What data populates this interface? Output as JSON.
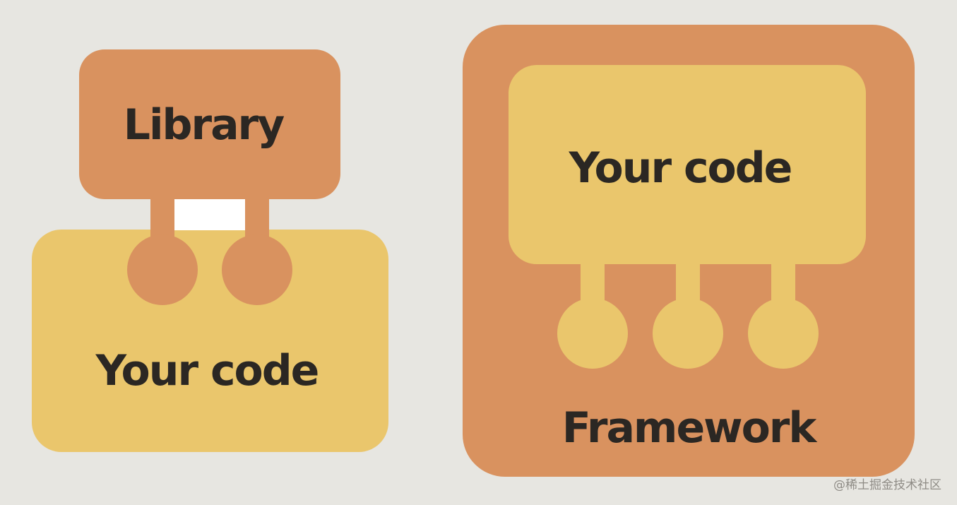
{
  "colors": {
    "background": "#e7e6e1",
    "orange": "#d9925f",
    "yellow": "#eac66c",
    "text": "#2b2723",
    "watermark": "#8f8c86"
  },
  "library_diagram": {
    "library_label": "Library",
    "code_label": "Your code"
  },
  "framework_diagram": {
    "code_label": "Your code",
    "framework_label": "Framework"
  },
  "watermark": "@稀土掘金技术社区"
}
